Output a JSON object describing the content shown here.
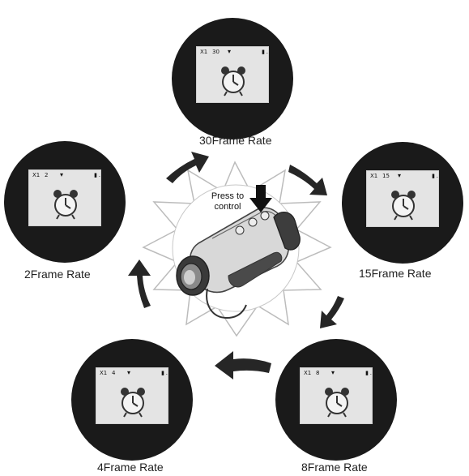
{
  "center": {
    "instruction_line1": "Press to",
    "instruction_line2": "control"
  },
  "modes": [
    {
      "id": "30",
      "status_text": "X1 ",
      "frame_value": "30",
      "label": "30Frame Rate"
    },
    {
      "id": "15",
      "status_text": "X1 ",
      "frame_value": "15",
      "label": "15Frame Rate"
    },
    {
      "id": "8",
      "status_text": "X1 ",
      "frame_value": "8",
      "label": "8Frame Rate"
    },
    {
      "id": "4",
      "status_text": "X1 ",
      "frame_value": "4",
      "label": "4Frame Rate"
    },
    {
      "id": "2",
      "status_text": "X1 ",
      "frame_value": "2",
      "label": "2Frame Rate"
    }
  ],
  "icons": {
    "wifi": "wifi-icon",
    "battery": "battery-icon",
    "signal": "signal-icon",
    "alarm": "alarm-clock-icon",
    "arrow": "cycle-arrow-icon",
    "press": "press-arrow-icon",
    "device": "night-vision-monocular-icon"
  },
  "colors": {
    "circle": "#1a1a1a",
    "screen": "#e4e4e4",
    "text": "#222222",
    "arrow": "#262626"
  }
}
